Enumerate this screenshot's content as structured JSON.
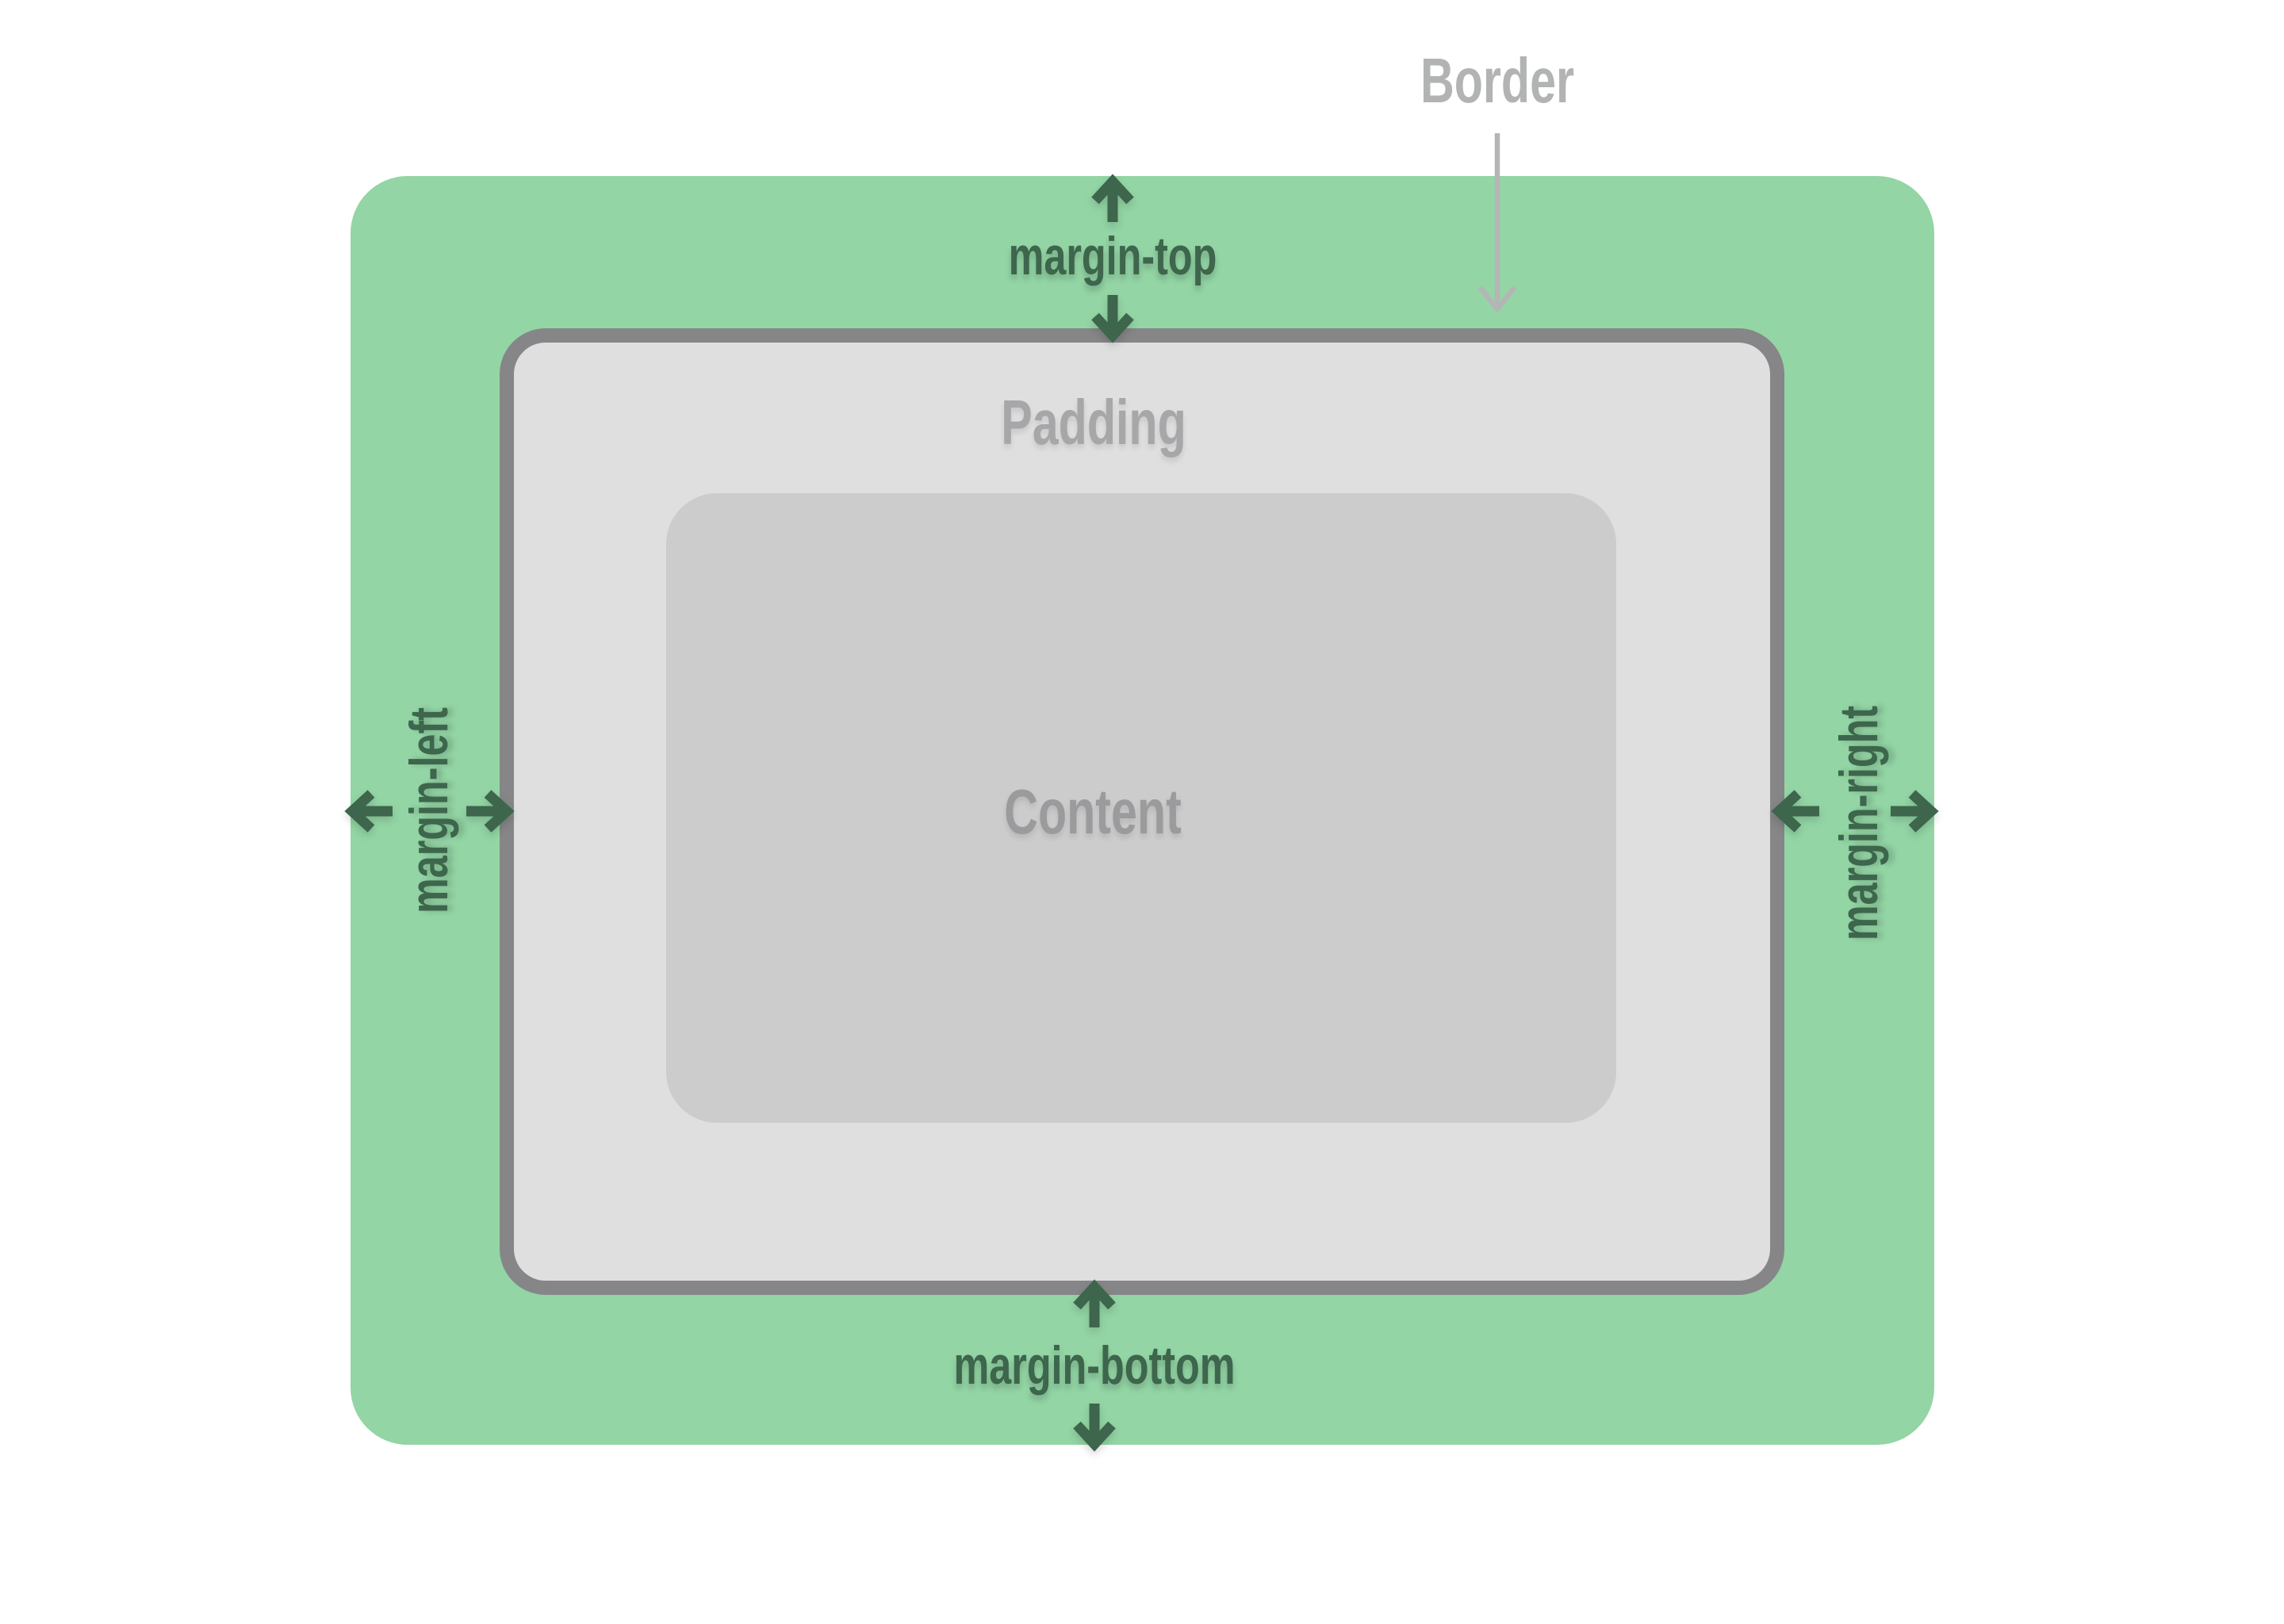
{
  "diagram": {
    "type": "css-box-model",
    "labels": {
      "border": "Border",
      "padding": "Padding",
      "content": "Content",
      "margin_top": "margin-top",
      "margin_bottom": "margin-bottom",
      "margin_left": "margin-left",
      "margin_right": "margin-right"
    },
    "colors": {
      "background": "#ffffff",
      "margin_fill": "#93d5a5",
      "margin_text": "#3d664c",
      "border_stroke": "#868688",
      "padding_fill": "#dfdfdf",
      "content_fill": "#cccccc",
      "padding_text": "#a7a7a9",
      "content_text": "#9b9b9d",
      "border_text": "#b2b4b3"
    }
  }
}
